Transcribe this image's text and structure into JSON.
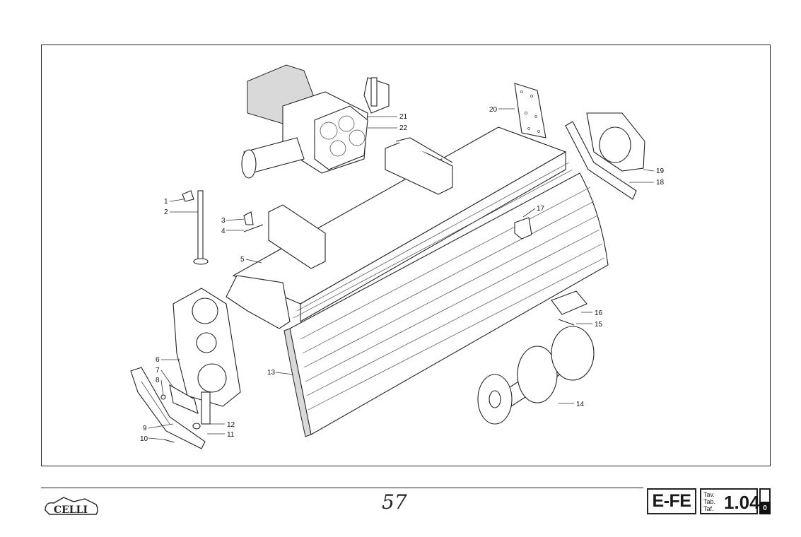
{
  "callouts": [
    {
      "id": "callout-1",
      "label": "1"
    },
    {
      "id": "callout-2",
      "label": "2"
    },
    {
      "id": "callout-3",
      "label": "3"
    },
    {
      "id": "callout-4",
      "label": "4"
    },
    {
      "id": "callout-5",
      "label": "5"
    },
    {
      "id": "callout-6",
      "label": "6"
    },
    {
      "id": "callout-7",
      "label": "7"
    },
    {
      "id": "callout-8",
      "label": "8"
    },
    {
      "id": "callout-9",
      "label": "9"
    },
    {
      "id": "callout-10",
      "label": "10"
    },
    {
      "id": "callout-11",
      "label": "11"
    },
    {
      "id": "callout-12",
      "label": "12"
    },
    {
      "id": "callout-13",
      "label": "13"
    },
    {
      "id": "callout-14",
      "label": "14"
    },
    {
      "id": "callout-15",
      "label": "15"
    },
    {
      "id": "callout-16",
      "label": "16"
    },
    {
      "id": "callout-17",
      "label": "17"
    },
    {
      "id": "callout-18",
      "label": "18"
    },
    {
      "id": "callout-19",
      "label": "19"
    },
    {
      "id": "callout-20",
      "label": "20"
    },
    {
      "id": "callout-21",
      "label": "21"
    },
    {
      "id": "callout-22",
      "label": "22"
    }
  ],
  "footer": {
    "logo_text": "CELLI",
    "page_number": "57",
    "sheet_code": "E-FE",
    "table_labels": [
      "Tav.",
      "Tab.",
      "Taf."
    ],
    "table_number": "1.04",
    "revision": "0"
  }
}
